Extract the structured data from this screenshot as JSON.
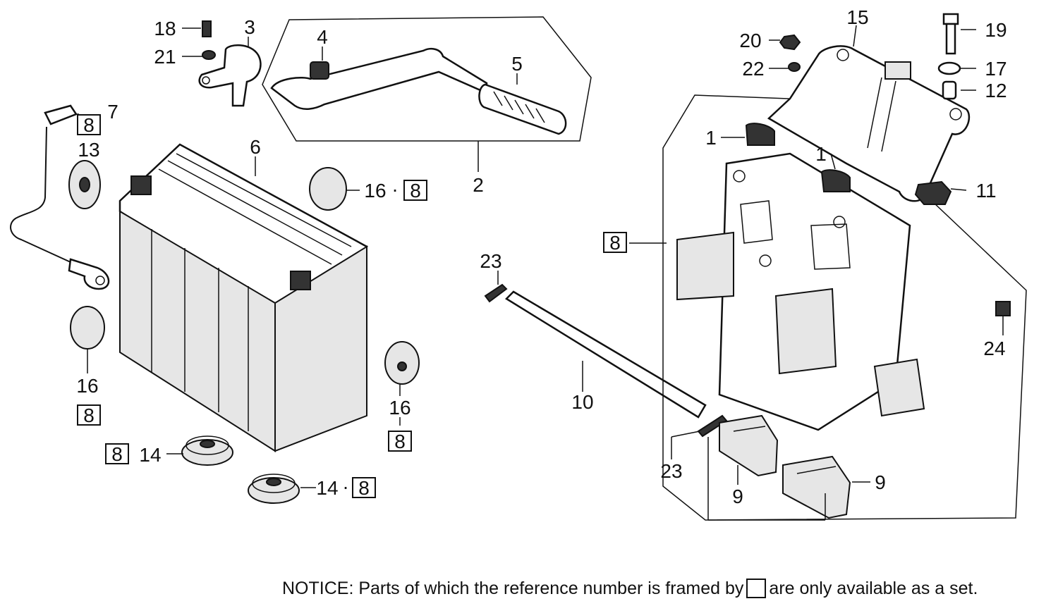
{
  "set_mark": "8",
  "callouts": {
    "c1a": "1",
    "c1b": "1",
    "c2": "2",
    "c3": "3",
    "c4": "4",
    "c5": "5",
    "c6": "6",
    "c7": "7",
    "c9a": "9",
    "c9b": "9",
    "c10": "10",
    "c11": "11",
    "c12": "12",
    "c13": "13",
    "c14a": "14",
    "c14b": "14",
    "c15": "15",
    "c16a": "16",
    "c16b": "16",
    "c16c": "16",
    "c17": "17",
    "c18": "18",
    "c19": "19",
    "c20": "20",
    "c21": "21",
    "c22": "22",
    "c23a": "23",
    "c23b": "23",
    "c24": "24"
  },
  "separator": "·",
  "notice": {
    "before": "NOTICE: Parts of which the reference number is framed by",
    "after": "are only available as a set."
  }
}
